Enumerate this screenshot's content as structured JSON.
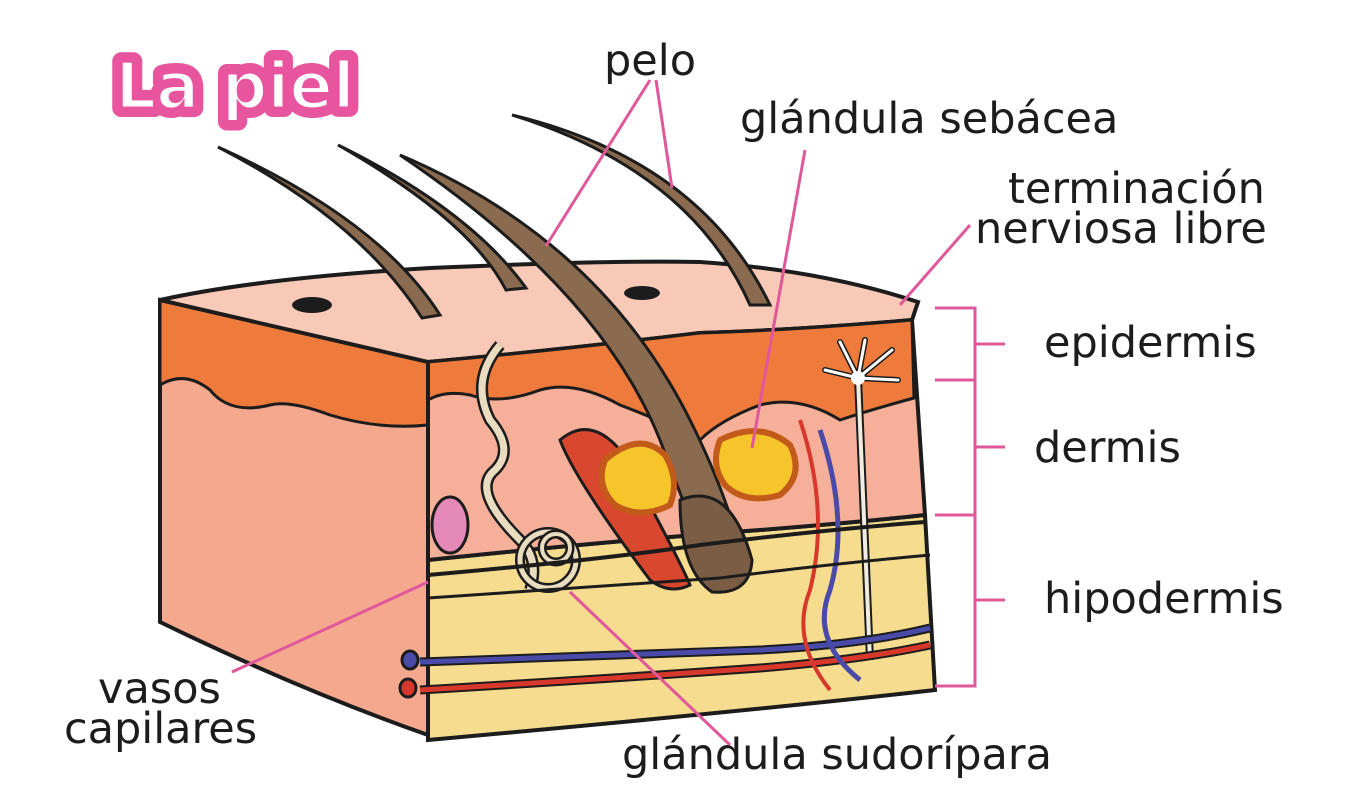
{
  "title": "La piel",
  "labels": {
    "pelo": "pelo",
    "glandula_sebacea": "glándula sebácea",
    "terminacion": "terminación",
    "nerviosa_libre": "nerviosa libre",
    "epidermis": "epidermis",
    "dermis": "dermis",
    "hipodermis": "hipodermis",
    "vasos": "vasos",
    "capilares": "capilares",
    "glandula_sudoripara": "glándula sudorípara"
  },
  "colors": {
    "title_pink": "#e8559f",
    "leader_pink": "#e0589b",
    "epidermis_orange": "#ee7a3c",
    "dermis_pink": "#f6b09a",
    "hypodermis_yellow": "#f6dc8e",
    "hair_brown": "#8a6b4f",
    "artery_red": "#d8382c",
    "vein_blue": "#4a4aa8",
    "sebaceous_yellow": "#f5c52a"
  }
}
